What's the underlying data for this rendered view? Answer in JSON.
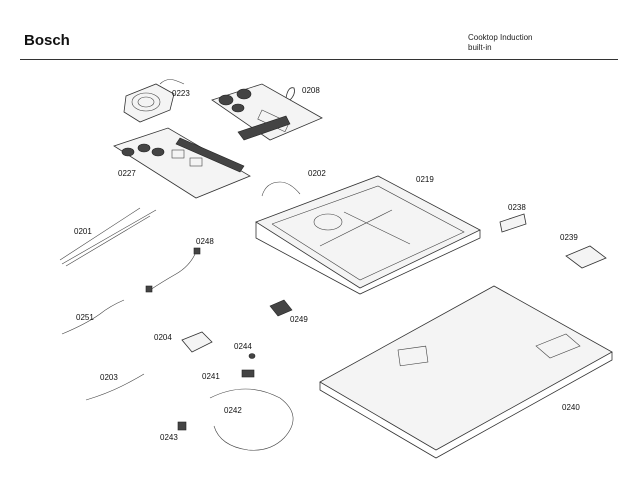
{
  "header": {
    "brand": "Bosch",
    "description_line1": "Cooktop Induction",
    "description_line2": "built-in"
  },
  "parts": {
    "p0223": "0223",
    "p0208": "0208",
    "p0227": "0227",
    "p0202": "0202",
    "p0219": "0219",
    "p0238": "0238",
    "p0201": "0201",
    "p0248": "0248",
    "p0239": "0239",
    "p0251": "0251",
    "p0249": "0249",
    "p0204": "0204",
    "p0244": "0244",
    "p0203": "0203",
    "p0241": "0241",
    "p0242": "0242",
    "p0240": "0240",
    "p0243": "0243"
  }
}
